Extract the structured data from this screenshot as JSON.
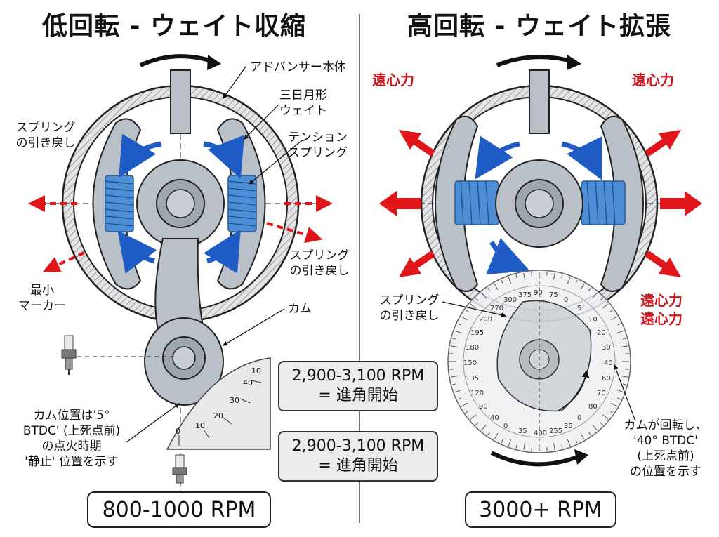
{
  "left_panel": {
    "title": "低回転 - ウェイト収縮",
    "labels": {
      "advancer_body": "アドバンサー本体",
      "crescent_weight_1": "三日月形",
      "crescent_weight_2": "ウェイト",
      "tension_spring_1": "テンション",
      "tension_spring_2": "スプリング",
      "spring_return_left_1": "スプリング",
      "spring_return_left_2": "の引き戻し",
      "spring_return_right_1": "スプリング",
      "spring_return_right_2": "の引き戻し",
      "min_marker_1": "最小",
      "min_marker_2": "マーカー",
      "cam": "カム",
      "cam_note_1": "カム位置は'5°",
      "cam_note_2": "BTDC' (上死点前)",
      "cam_note_3": "の点火時期",
      "cam_note_4": "'静止' 位置を示す"
    },
    "scale_ticks": [
      "0",
      "10",
      "20",
      "30",
      "40",
      "10"
    ],
    "rpm_badge": "800-1000 RPM"
  },
  "center": {
    "box1_line1": "2,900-3,100 RPM",
    "box1_line2": "= 進角開始",
    "box2_line1": "2,900-3,100 RPM",
    "box2_line2": "= 進角開始"
  },
  "right_panel": {
    "title": "高回転 - ウェイト拡張",
    "labels": {
      "centrifugal_top_left": "遠心力",
      "centrifugal_top_right": "遠心力",
      "centrifugal_bottom_1": "遠心力",
      "centrifugal_bottom_2": "遠心力",
      "spring_return_1": "スプリング",
      "spring_return_2": "の引き戻し",
      "cam_note_1": "カムが回転し、",
      "cam_note_2": "'40° BTDC'",
      "cam_note_3": "(上死点前)",
      "cam_note_4": "の位置を示す"
    },
    "protractor_ticks": [
      "90",
      "75",
      "0",
      "5",
      "10",
      "20",
      "30",
      "40",
      "60",
      "70",
      "80",
      "0",
      "35",
      "255",
      "400",
      "35",
      "0",
      "40",
      "90",
      "120",
      "135",
      "150",
      "180",
      "195",
      "200",
      "270",
      "300",
      "375"
    ],
    "rpm_badge": "3000+ RPM"
  },
  "colors": {
    "metal": "#b9c0c7",
    "metal_dark": "#5f666d",
    "spring": "#4d8fd6",
    "arrow_blue": "#1f5cc6",
    "arrow_red": "#e0161b",
    "label_red": "#d0141c"
  }
}
